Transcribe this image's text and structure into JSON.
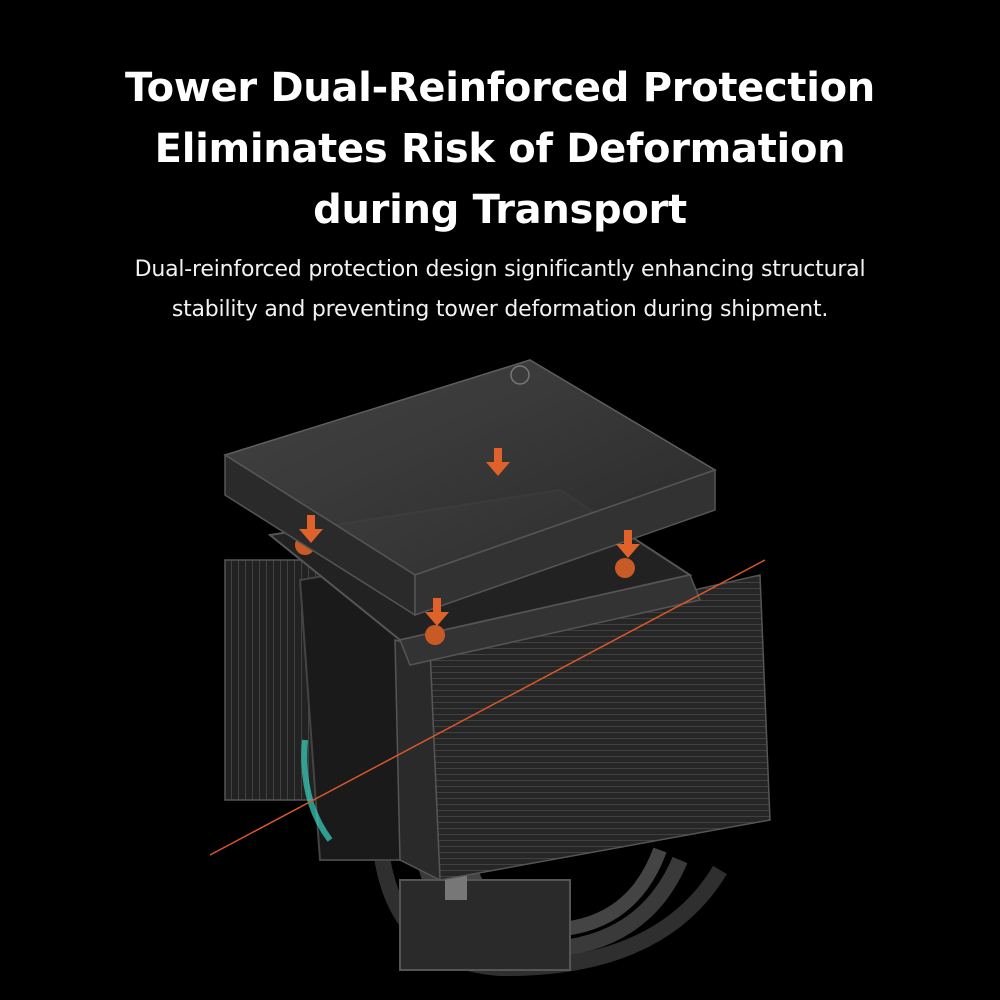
{
  "headline": {
    "line1": "Tower Dual-Reinforced Protection",
    "line2": "Eliminates Risk of Deformation",
    "line3": "during Transport"
  },
  "description": {
    "line1": "Dual-reinforced protection design significantly enhancing structural",
    "line2": "stability and preventing tower deformation during shipment."
  },
  "colors": {
    "background": "#000000",
    "text": "#ffffff",
    "accent_arrow": "#e0622b",
    "accent_line": "#d8582a"
  },
  "icons": {
    "arrows": "down-arrow-icon",
    "product": "cpu-cooler-illustration"
  }
}
